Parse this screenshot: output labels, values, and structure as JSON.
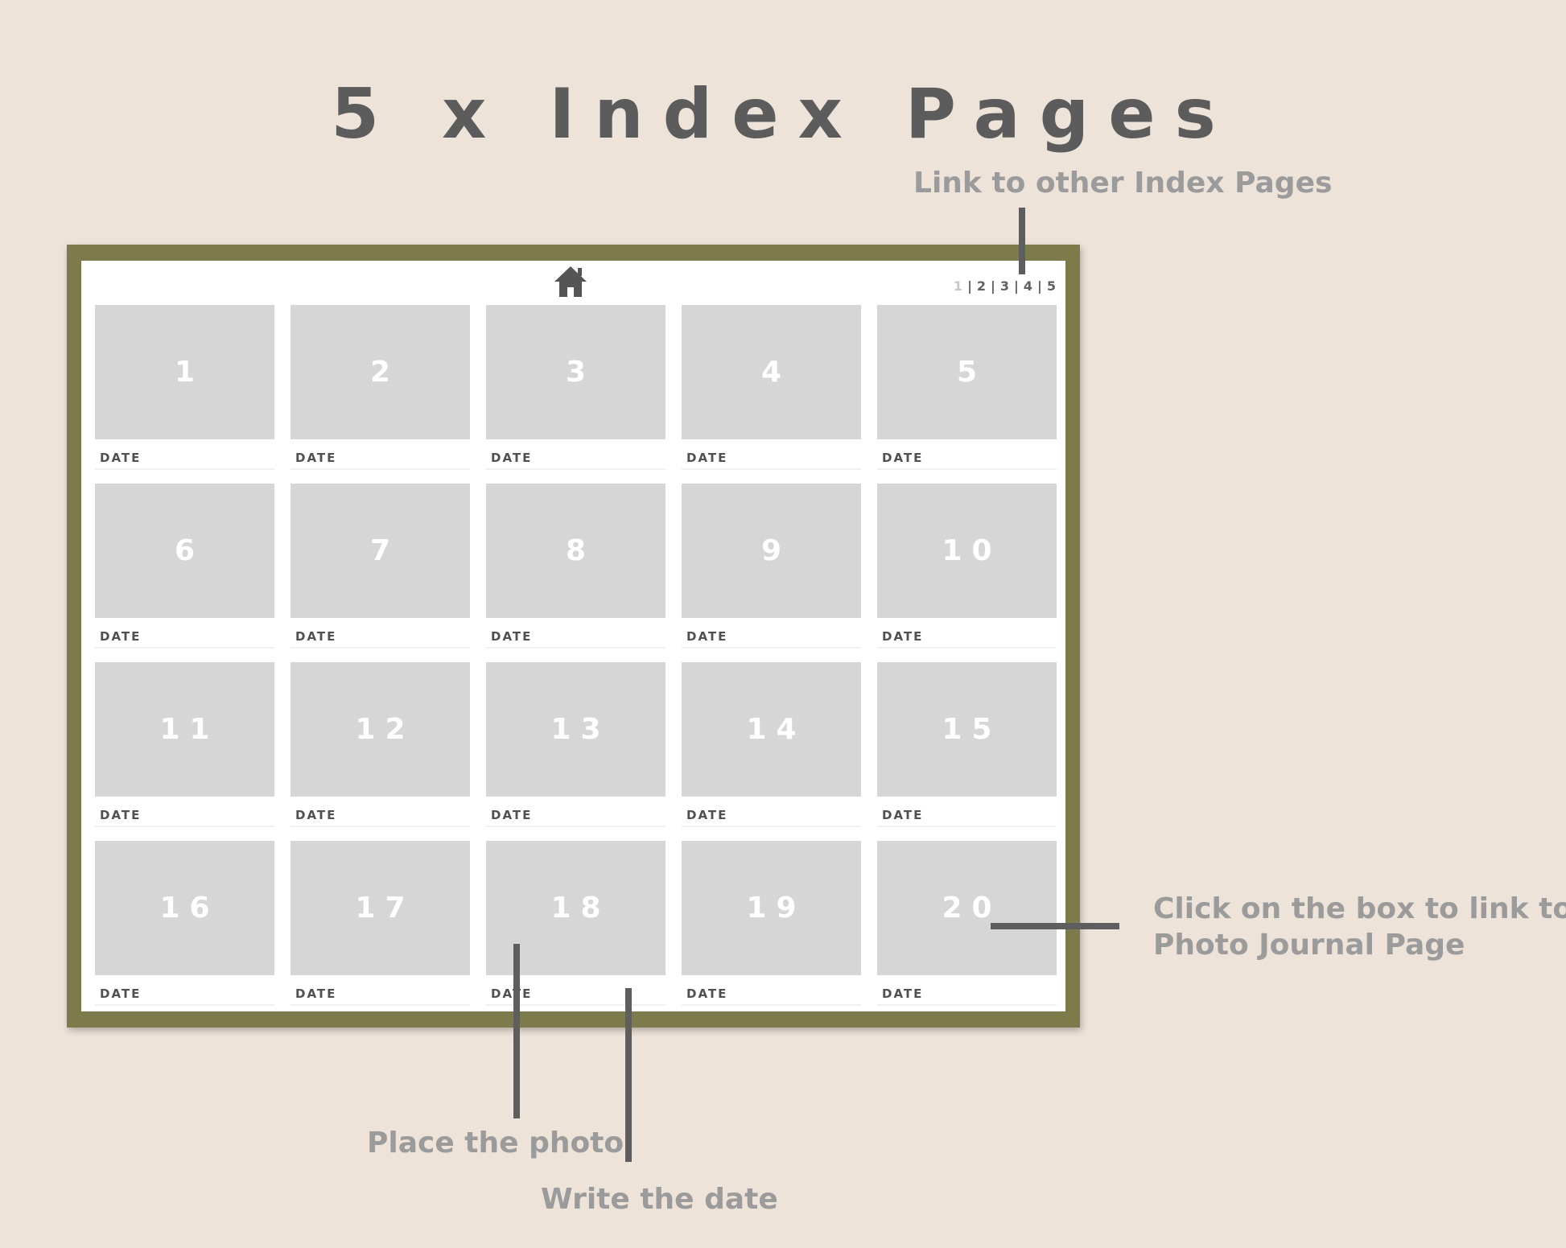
{
  "title": "5 x Index Pages",
  "index_page": {
    "home_icon": "home-icon",
    "pager": [
      "1",
      "2",
      "3",
      "4",
      "5"
    ],
    "pager_active": "1",
    "cells": [
      {
        "number": "1",
        "date_label": "DATE"
      },
      {
        "number": "2",
        "date_label": "DATE"
      },
      {
        "number": "3",
        "date_label": "DATE"
      },
      {
        "number": "4",
        "date_label": "DATE"
      },
      {
        "number": "5",
        "date_label": "DATE"
      },
      {
        "number": "6",
        "date_label": "DATE"
      },
      {
        "number": "7",
        "date_label": "DATE"
      },
      {
        "number": "8",
        "date_label": "DATE"
      },
      {
        "number": "9",
        "date_label": "DATE"
      },
      {
        "number": "10",
        "date_label": "DATE"
      },
      {
        "number": "11",
        "date_label": "DATE"
      },
      {
        "number": "12",
        "date_label": "DATE"
      },
      {
        "number": "13",
        "date_label": "DATE"
      },
      {
        "number": "14",
        "date_label": "DATE"
      },
      {
        "number": "15",
        "date_label": "DATE"
      },
      {
        "number": "16",
        "date_label": "DATE"
      },
      {
        "number": "17",
        "date_label": "DATE"
      },
      {
        "number": "18",
        "date_label": "DATE"
      },
      {
        "number": "19",
        "date_label": "DATE"
      },
      {
        "number": "20",
        "date_label": "DATE"
      }
    ]
  },
  "callouts": {
    "link_pages": "Link to other Index Pages",
    "click_box_line1": "Click on the box to link to",
    "click_box_line2": "Photo Journal Page",
    "place_photo": "Place the photo",
    "write_date": "Write the date"
  },
  "colors": {
    "background": "#ede3d9",
    "frame": "#7d7b4c",
    "photo_box": "#d6d6d6",
    "callout_text": "#9b9b9b"
  }
}
